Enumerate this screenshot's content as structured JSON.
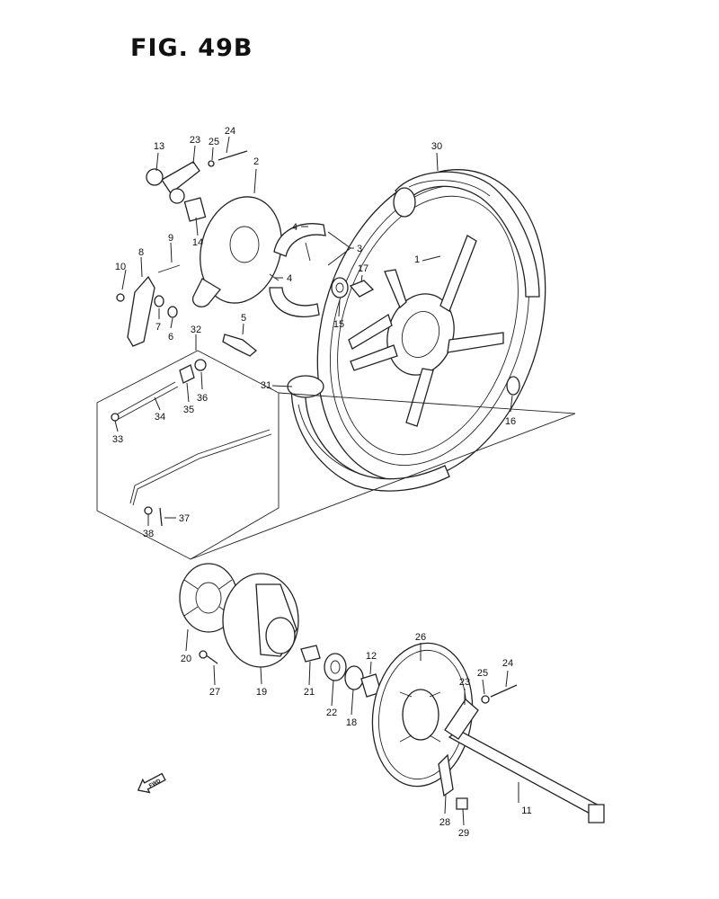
{
  "figure": {
    "title": "FIG. 49B"
  },
  "icons": {
    "front_arrow": "fwd-arrow-icon",
    "front_arrow_text": "FWD"
  },
  "callouts": [
    {
      "id": "c13",
      "text": "13"
    },
    {
      "id": "c23a",
      "text": "23"
    },
    {
      "id": "c25a",
      "text": "25"
    },
    {
      "id": "c24a",
      "text": "24"
    },
    {
      "id": "c2",
      "text": "2"
    },
    {
      "id": "c30",
      "text": "30"
    },
    {
      "id": "c14",
      "text": "14"
    },
    {
      "id": "c9",
      "text": "9"
    },
    {
      "id": "c8",
      "text": "8"
    },
    {
      "id": "c10",
      "text": "10"
    },
    {
      "id": "c3",
      "text": "3"
    },
    {
      "id": "c4a",
      "text": "4"
    },
    {
      "id": "c4b",
      "text": "4"
    },
    {
      "id": "c17",
      "text": "17"
    },
    {
      "id": "c1",
      "text": "1"
    },
    {
      "id": "c7",
      "text": "7"
    },
    {
      "id": "c6",
      "text": "6"
    },
    {
      "id": "c15",
      "text": "15"
    },
    {
      "id": "c5",
      "text": "5"
    },
    {
      "id": "c32",
      "text": "32"
    },
    {
      "id": "c36",
      "text": "36"
    },
    {
      "id": "c35",
      "text": "35"
    },
    {
      "id": "c31",
      "text": "31"
    },
    {
      "id": "c34",
      "text": "34"
    },
    {
      "id": "c16",
      "text": "16"
    },
    {
      "id": "c33",
      "text": "33"
    },
    {
      "id": "c37",
      "text": "37"
    },
    {
      "id": "c38",
      "text": "38"
    },
    {
      "id": "c20",
      "text": "20"
    },
    {
      "id": "c27",
      "text": "27"
    },
    {
      "id": "c19",
      "text": "19"
    },
    {
      "id": "c21",
      "text": "21"
    },
    {
      "id": "c22",
      "text": "22"
    },
    {
      "id": "c18",
      "text": "18"
    },
    {
      "id": "c12",
      "text": "12"
    },
    {
      "id": "c26",
      "text": "26"
    },
    {
      "id": "c23b",
      "text": "23"
    },
    {
      "id": "c25b",
      "text": "25"
    },
    {
      "id": "c24b",
      "text": "24"
    },
    {
      "id": "c28",
      "text": "28"
    },
    {
      "id": "c29",
      "text": "29"
    },
    {
      "id": "c11",
      "text": "11"
    }
  ]
}
